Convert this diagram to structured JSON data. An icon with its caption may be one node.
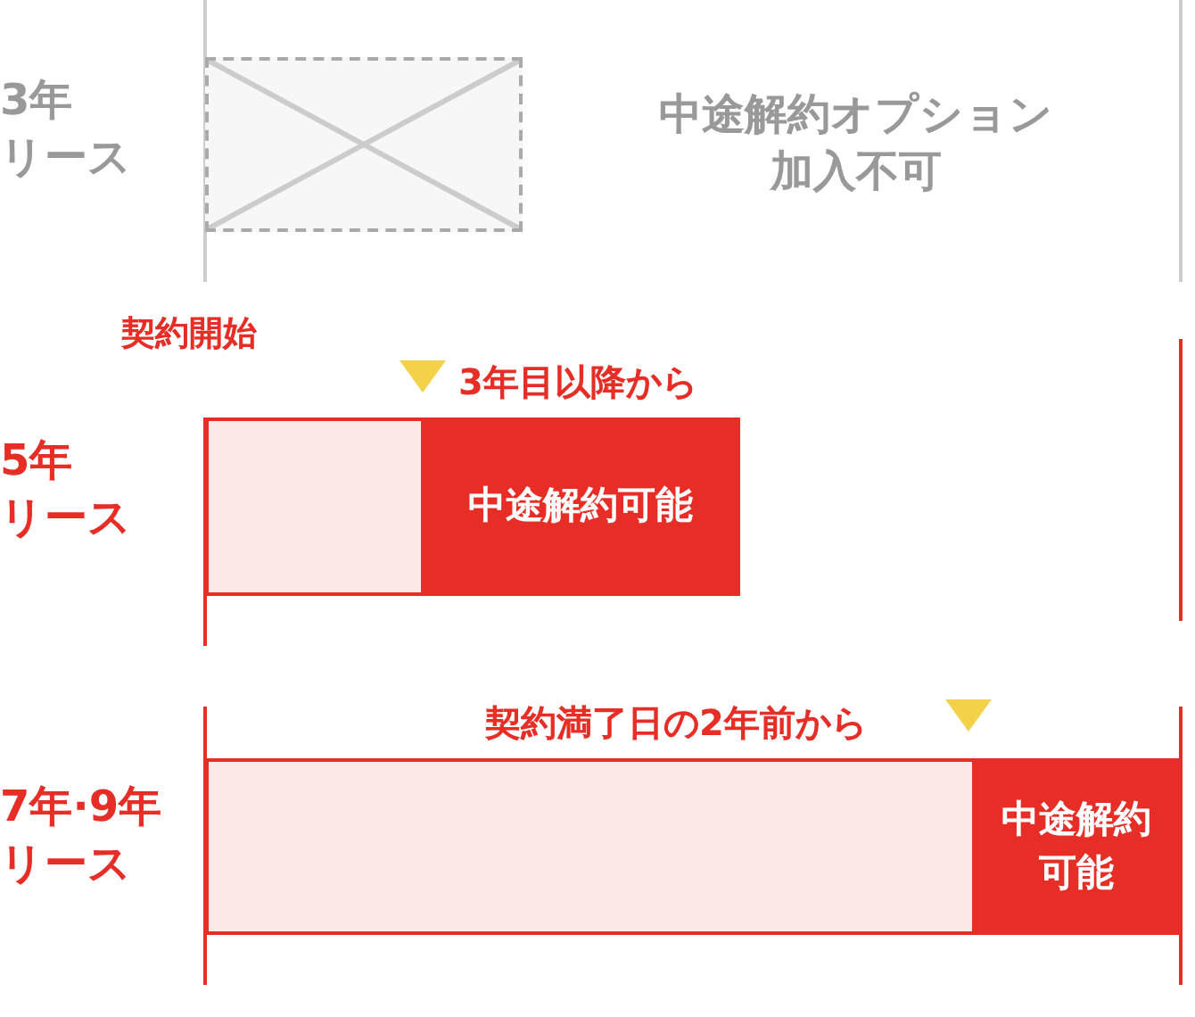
{
  "diagram": {
    "nodes": [
      {
        "text": [],
        "shape": "box",
        "beside": [
          "3年リース",
          "中途解約オプション加入不可"
        ]
      },
      {
        "text": [],
        "shape": "bar",
        "beside": [
          "5年リース"
        ]
      },
      {
        "text": [
          "中途解約可能"
        ]
      },
      {
        "text": [],
        "shape": "bar",
        "beside": [
          "7年·9年リース"
        ]
      },
      {
        "text": [
          "中途解約可能"
        ]
      }
    ],
    "edges": [],
    "labels": [
      "契約開始",
      "3年目以降から",
      "契約満了日の2年前から"
    ]
  }
}
